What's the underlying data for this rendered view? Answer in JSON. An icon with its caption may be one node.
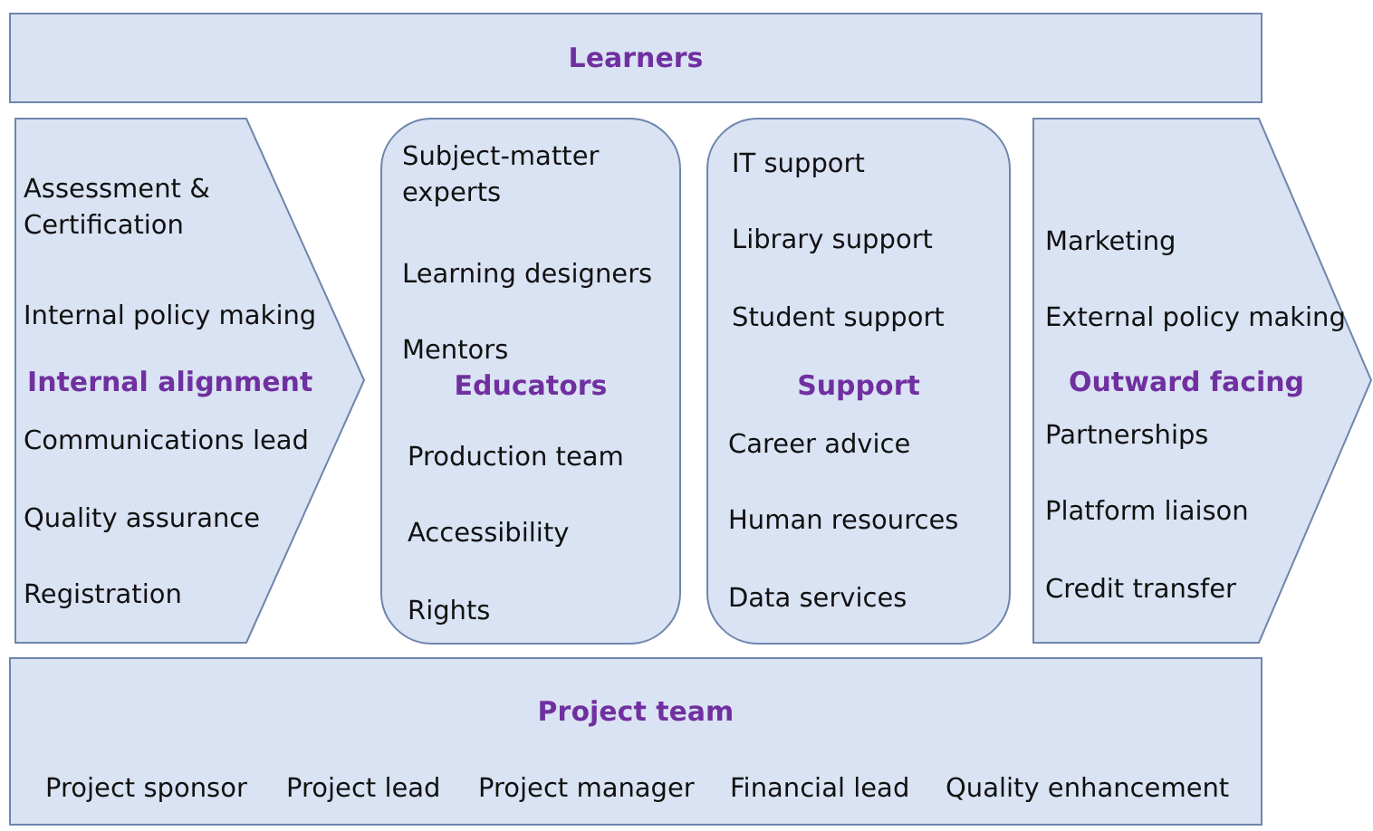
{
  "diagram": {
    "nodes": [
      {
        "text": [
          "Learners"
        ]
      },
      {
        "text": [
          "Assessment & Certification",
          "Internal policy making",
          "Internal alignment",
          "Communications lead",
          "Quality assurance",
          "Registration"
        ]
      },
      {
        "text": [
          "Subject-matter experts",
          "Learning designers",
          "Mentors",
          "Educators",
          "Production team",
          "Accessibility",
          "Rights"
        ]
      },
      {
        "text": [
          "IT support",
          "Library support",
          "Student support",
          "Support",
          "Career advice",
          "Human resources",
          "Data services"
        ]
      },
      {
        "text": [
          "Marketing",
          "External policy making",
          "Outward facing",
          "Partnerships",
          "Platform liaison",
          "Credit transfer"
        ]
      },
      {
        "text": [
          "Project team",
          "Project sponsor",
          "Project lead",
          "Project manager",
          "Financial lead",
          "Quality enhancement"
        ]
      }
    ]
  }
}
